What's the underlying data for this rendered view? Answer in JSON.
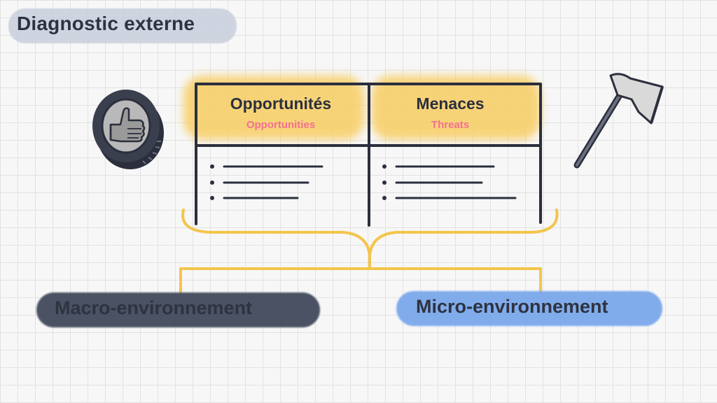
{
  "title": "Diagnostic externe",
  "table": {
    "columns": [
      {
        "label": "Opportunités",
        "translation": "Opportunities"
      },
      {
        "label": "Menaces",
        "translation": "Threats"
      }
    ]
  },
  "bottom": {
    "left_label": "Macro-environnement",
    "right_label": "Micro-environnement"
  },
  "icons": {
    "left": "thumbs-up-coin-icon",
    "right": "axe-icon"
  },
  "colors": {
    "header_highlight": "#f8cd63",
    "translation_text": "#f36f93",
    "brace": "#f3c54b",
    "macro_pill": "#3d4558",
    "micro_pill": "#78a6ec",
    "ink": "#2b2f3d"
  }
}
